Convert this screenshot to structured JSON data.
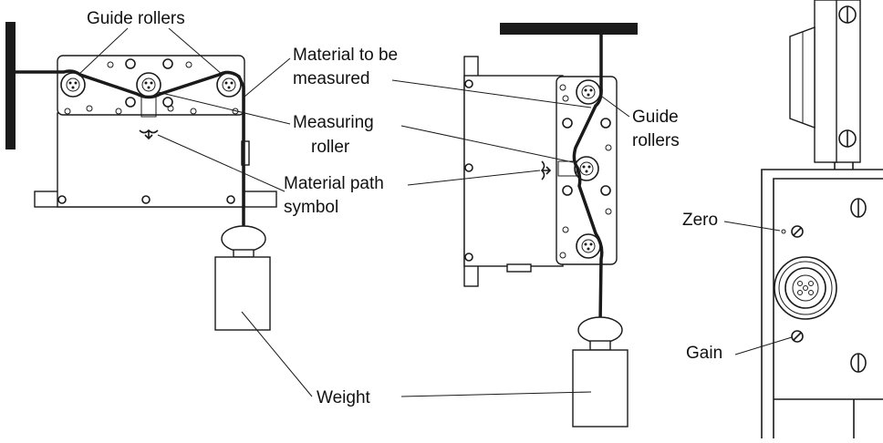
{
  "labels": {
    "guide_rollers_left": "Guide rollers",
    "material_line1": "Material to be",
    "material_line2": "measured",
    "measuring_line1": "Measuring",
    "measuring_line2": "roller",
    "path_symbol_line1": "Material path",
    "path_symbol_line2": "symbol",
    "weight": "Weight",
    "guide_rollers_middle_line1": "Guide",
    "guide_rollers_middle_line2": "rollers",
    "zero": "Zero",
    "gain": "Gain"
  },
  "colors": {
    "line": "#1a1a1a",
    "background": "#ffffff"
  }
}
